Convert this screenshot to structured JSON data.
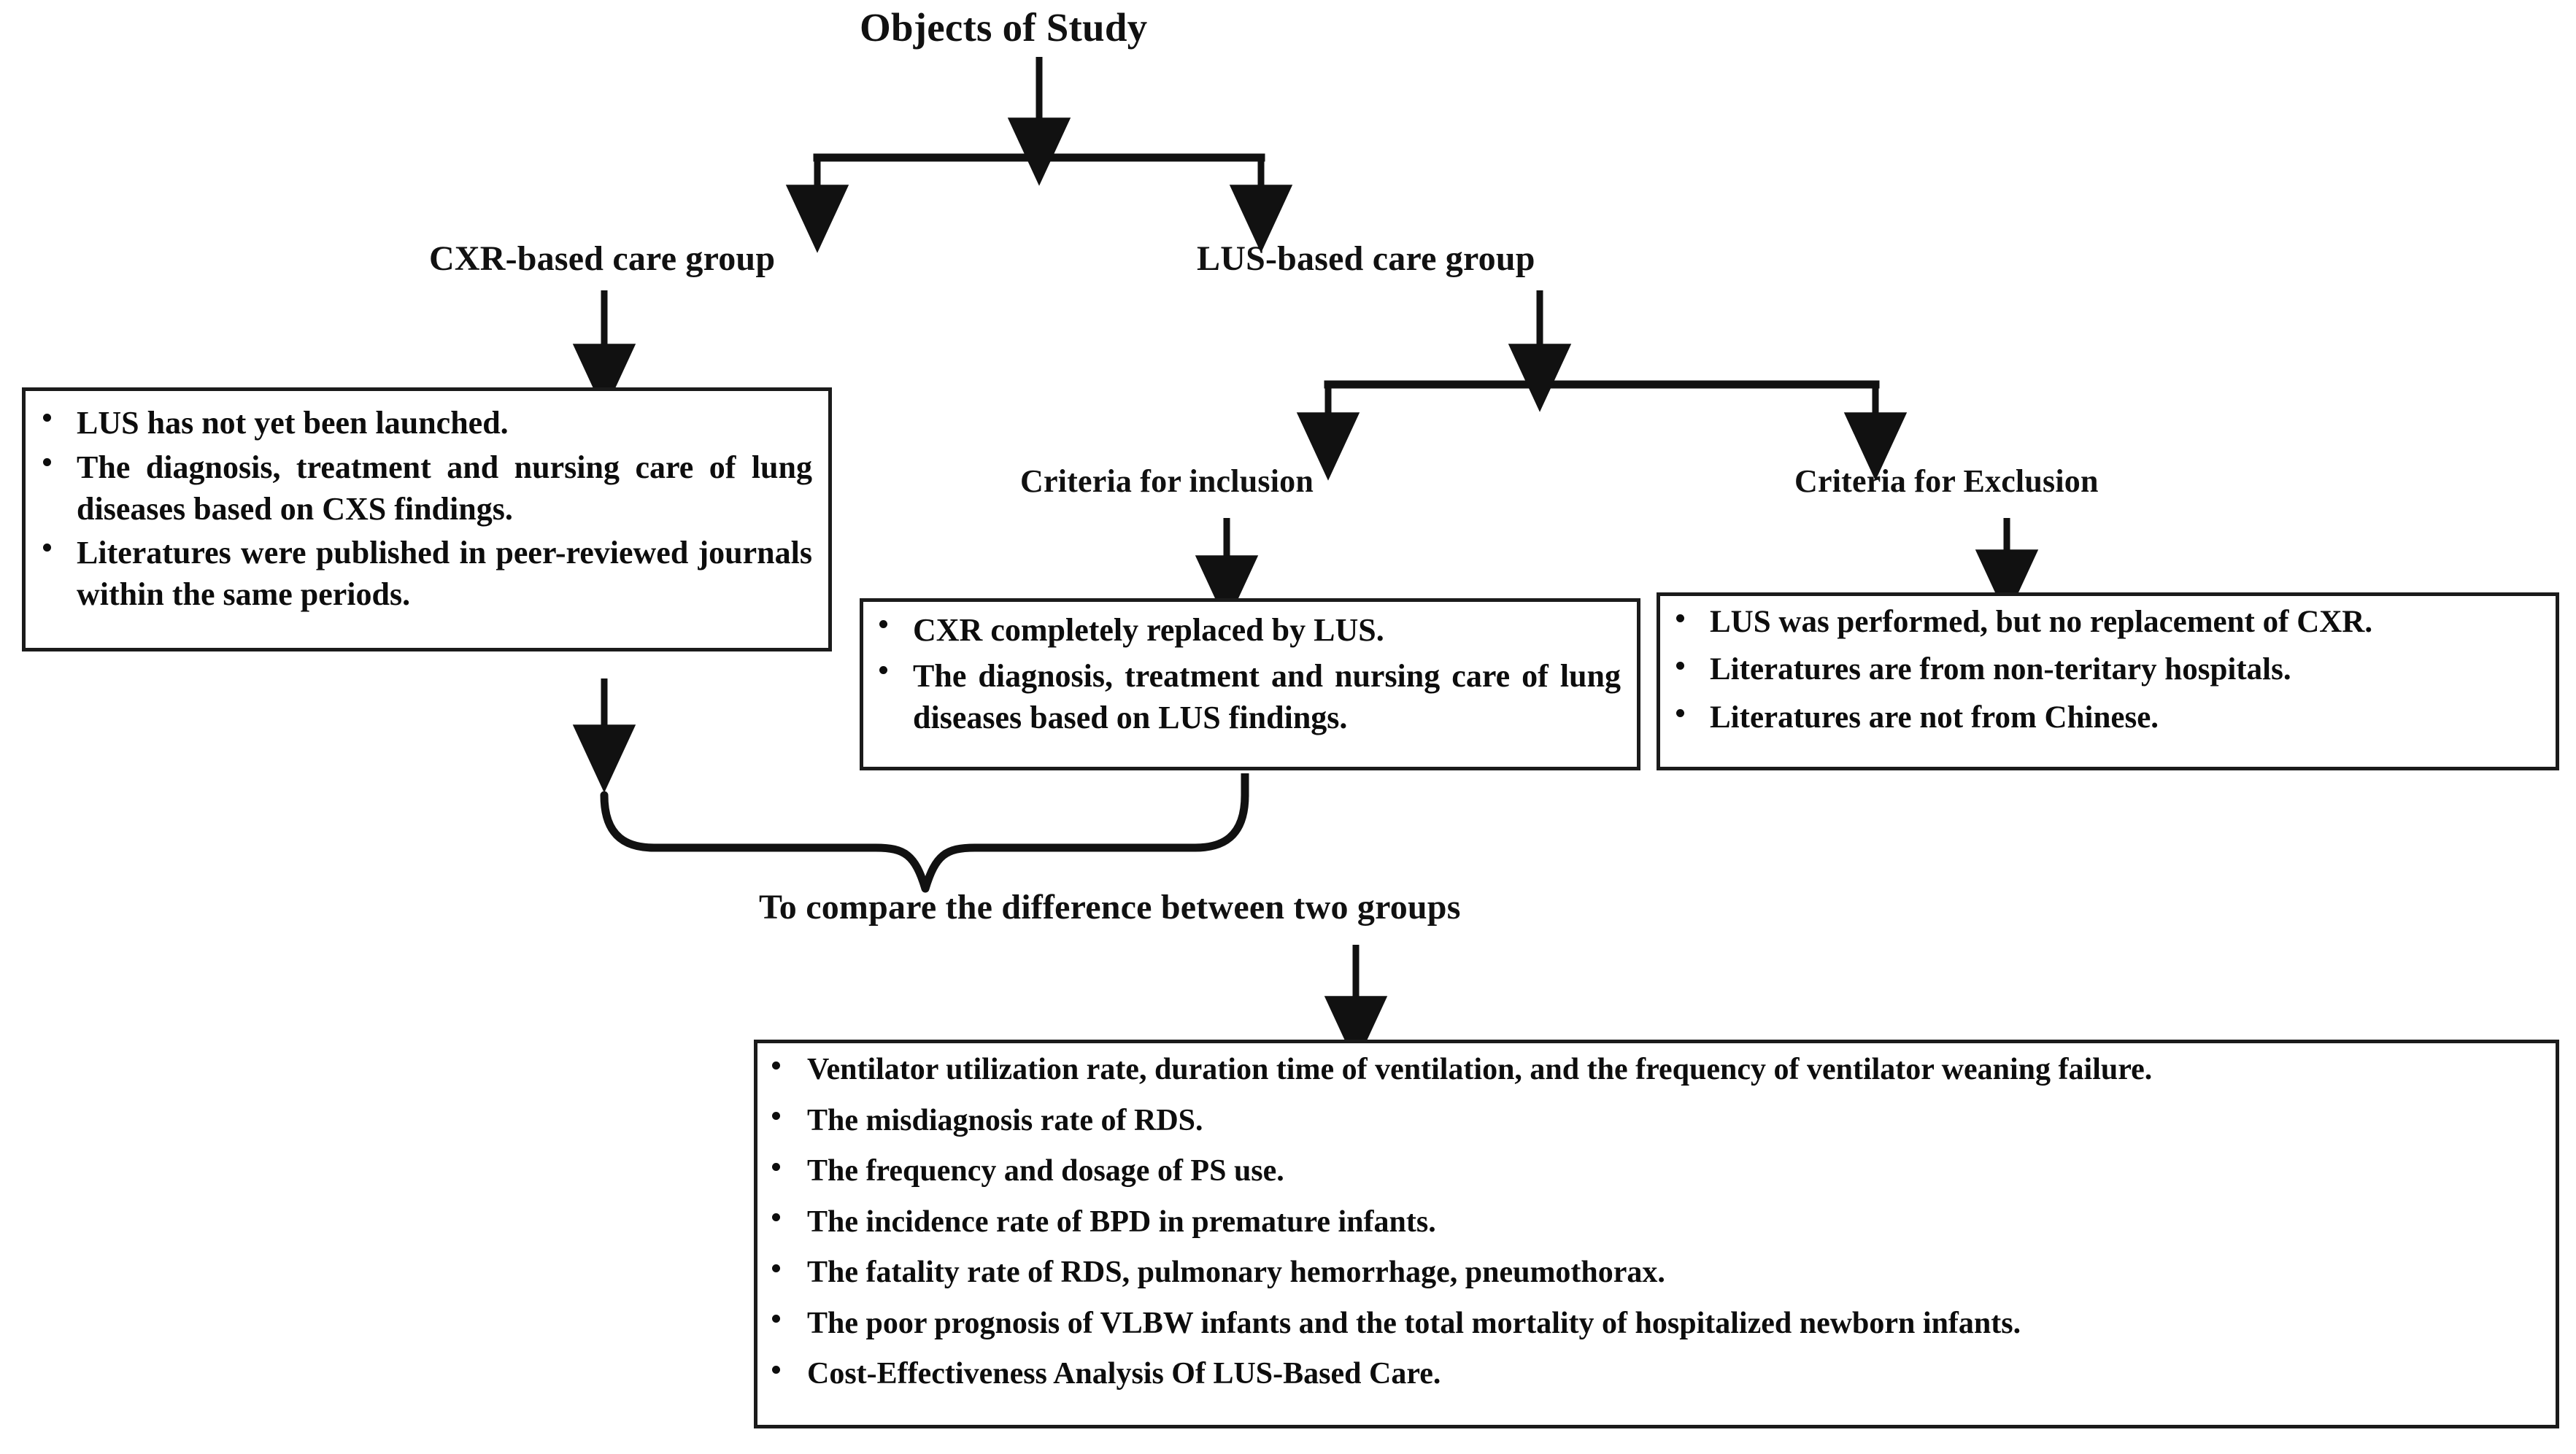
{
  "diagram": {
    "title": "Objects of  Study",
    "groups": {
      "cxr_label": "CXR-based care group",
      "lus_label": "LUS-based care group"
    },
    "criteria": {
      "inclusion_label": "Criteria for inclusion",
      "exclusion_label": "Criteria for Exclusion"
    },
    "compare_label": "To compare the difference between two groups",
    "cxr_box": {
      "bullets": [
        "LUS has not yet been launched.",
        "The diagnosis, treatment and nursing care of lung diseases  based on CXS findings.",
        "Literatures were published in peer-reviewed journals within the same periods."
      ]
    },
    "inclusion_box": {
      "bullets": [
        "CXR completely replaced by LUS.",
        "The diagnosis, treatment and nursing care of lung diseases  based on LUS findings."
      ]
    },
    "exclusion_box": {
      "bullets": [
        "LUS was performed, but no replacement of CXR.",
        "Literatures are from non-teritary hospitals.",
        "Literatures are not from Chinese."
      ]
    },
    "outcomes_box": {
      "bullets": [
        "Ventilator utilization rate, duration time of ventilation, and the frequency of ventilator weaning failure.",
        "The misdiagnosis rate of RDS.",
        "The frequency and dosage of PS use.",
        "The incidence rate of BPD in premature infants.",
        "The fatality rate of RDS, pulmonary hemorrhage, pneumothorax.",
        "The poor prognosis of VLBW infants and the total mortality of hospitalized newborn infants.",
        "Cost-Effectiveness Analysis  Of LUS-Based Care."
      ]
    },
    "colors": {
      "line": "#1b1b1b",
      "text": "#0d0d0d",
      "background": "#ffffff"
    }
  }
}
